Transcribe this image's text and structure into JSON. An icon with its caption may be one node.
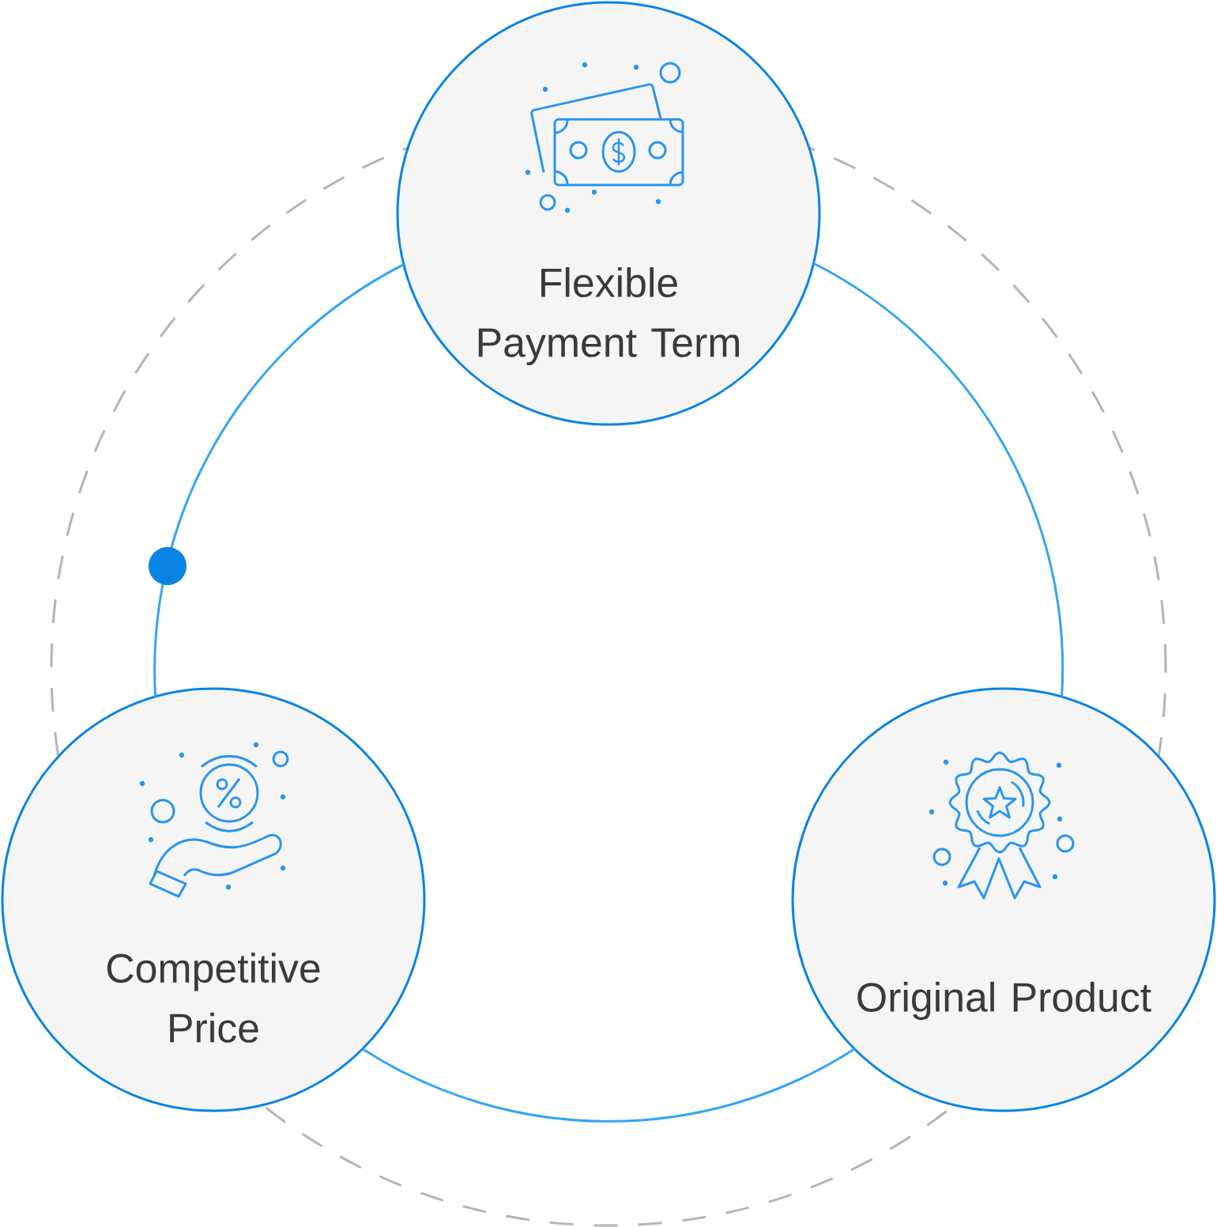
{
  "diagram": {
    "nodes": [
      {
        "text": [
          "Flexible Payment Term"
        ]
      },
      {
        "text": [
          "Competitive Price"
        ]
      },
      {
        "text": [
          "Original Product"
        ]
      }
    ],
    "edges": [
      {
        "from": 0,
        "to": 1,
        "arrow": "none"
      },
      {
        "from": 1,
        "to": 2,
        "arrow": "none"
      },
      {
        "from": 2,
        "to": 0,
        "arrow": "none"
      }
    ]
  }
}
